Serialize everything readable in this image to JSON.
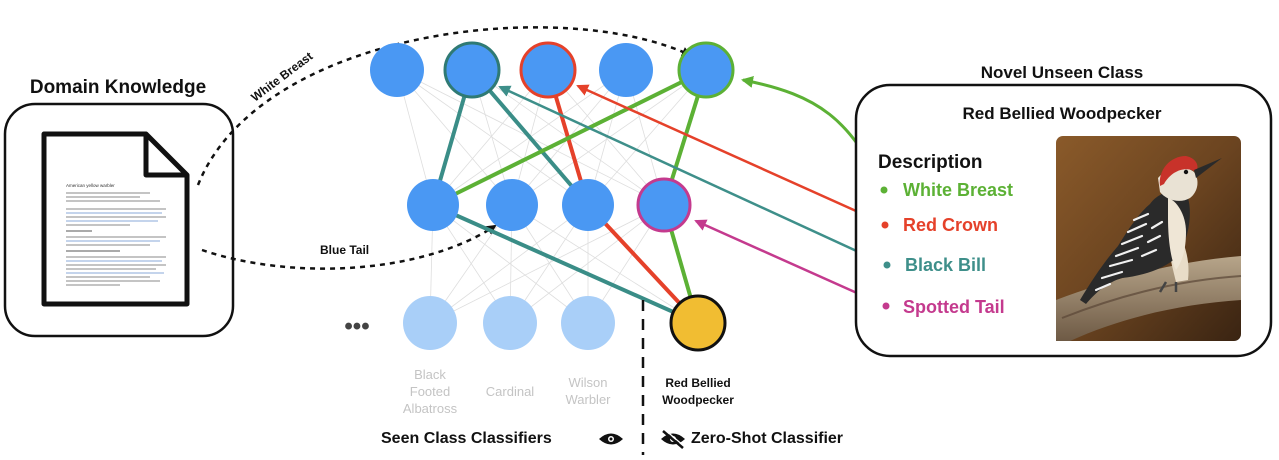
{
  "domain_knowledge": {
    "title": "Domain Knowledge",
    "doc_title": "American yellow warbler"
  },
  "edges": {
    "white_breast": "White Breast",
    "blue_tail": "Blue Tail"
  },
  "more_glyph": "•••",
  "seen_classes": [
    {
      "lines": [
        "Black",
        "Footed",
        "Albatross"
      ]
    },
    {
      "lines": [
        "Cardinal"
      ]
    },
    {
      "lines": [
        "Wilson",
        "Warbler"
      ]
    }
  ],
  "zero_shot_class": {
    "lines": [
      "Red Bellied",
      "Woodpecker"
    ]
  },
  "footer": {
    "seen": "Seen Class Classifiers",
    "zero_shot": "Zero-Shot Classifier"
  },
  "novel": {
    "heading": "Novel Unseen Class",
    "title": "Red Bellied Woodpecker",
    "description_label": "Description",
    "attributes": [
      {
        "label": "White Breast",
        "color": "#5cb135"
      },
      {
        "label": "Red Crown",
        "color": "#e5412a"
      },
      {
        "label": "Black Bill",
        "color": "#3e8f8a"
      },
      {
        "label": "Spotted Tail",
        "color": "#c43a8e"
      }
    ]
  },
  "colors": {
    "node_blue": "#4a98f3",
    "node_light": "#a9cff8",
    "teal": "#3a8d87",
    "red": "#e5412a",
    "green": "#5cb135",
    "magenta": "#c43a8e",
    "zero_shot_fill": "#f1bd32"
  }
}
